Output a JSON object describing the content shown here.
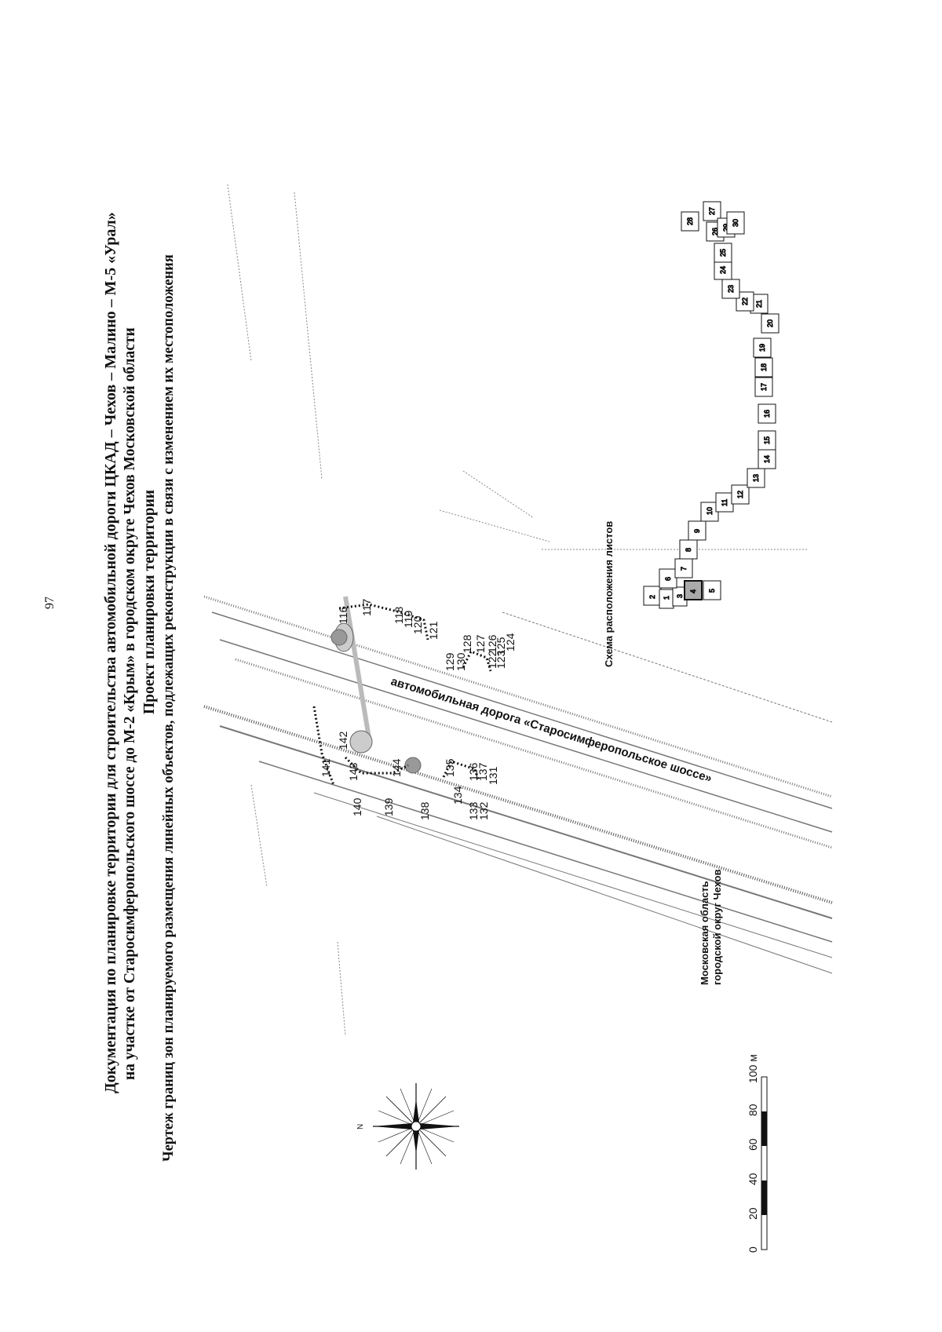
{
  "page_number": "97",
  "title": {
    "line1": "Документация по планировке территории для строительства автомобильной дороги ЦКАД – Чехов – Малино – М-5 «Урал»",
    "line2": "на участке от Старосимферопольского шоссе до М-2 «Крым» в городском округе Чехов Московской области",
    "line3": "Проект планировки территории",
    "line4": "Чертеж границ зон планируемого размещения линейных объектов, подлежащих реконструкции в связи с изменением их местоположения"
  },
  "map": {
    "road_label": "автомобильная дорога «Старосимферопольское шоссе»",
    "region_line1": "Московская область",
    "region_line2": "городской округ Чехов",
    "compass_north": "N",
    "point_labels": [
      "116",
      "117",
      "118",
      "119",
      "120",
      "121",
      "122",
      "123",
      "124",
      "125",
      "126",
      "127",
      "128",
      "129",
      "130",
      "131",
      "132",
      "133",
      "134",
      "135",
      "136",
      "137",
      "138",
      "139",
      "140",
      "141",
      "142",
      "143",
      "144"
    ]
  },
  "scale_bar": {
    "ticks": [
      "0",
      "20",
      "40",
      "60",
      "80",
      "100 м"
    ]
  },
  "sheet_scheme": {
    "title": "Схема расположения листов",
    "sheets": [
      "1",
      "2",
      "3",
      "4",
      "5",
      "6",
      "7",
      "8",
      "9",
      "10",
      "11",
      "12",
      "13",
      "14",
      "15",
      "16",
      "17",
      "18",
      "19",
      "20",
      "21",
      "22",
      "23",
      "24",
      "25",
      "26",
      "27",
      "28",
      "29",
      "30"
    ],
    "highlighted_sheet": "4"
  }
}
